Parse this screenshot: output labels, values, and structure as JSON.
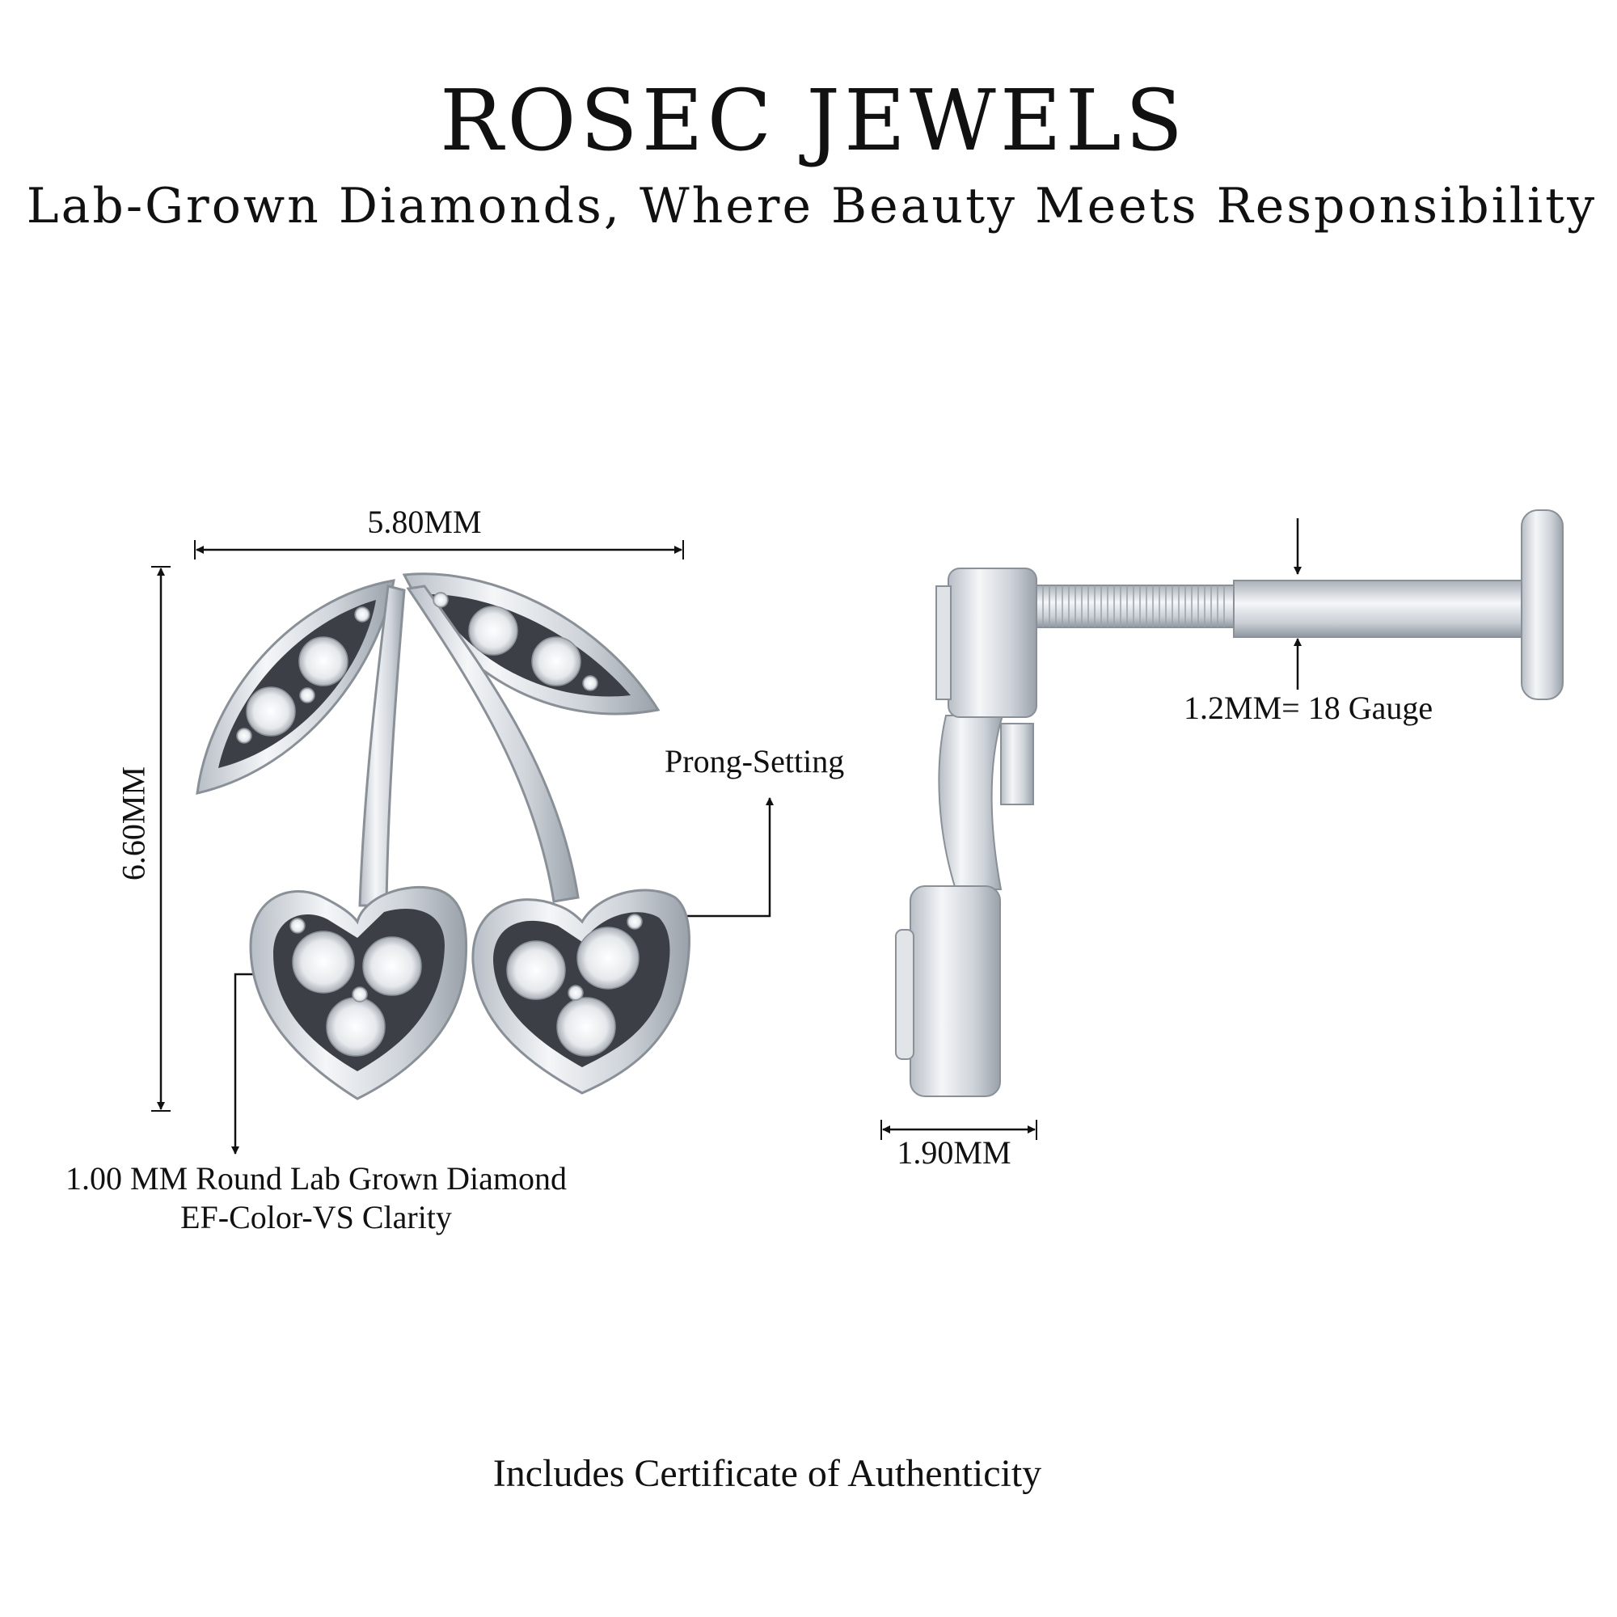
{
  "brand": {
    "name": "ROSEC JEWELS",
    "tagline": "Lab-Grown Diamonds, Where Beauty Meets Responsibility"
  },
  "front_view": {
    "width_label": "5.80MM",
    "height_label": "6.60MM",
    "setting_label": "Prong-Setting",
    "stone_label_line1": "1.00 MM Round Lab Grown Diamond",
    "stone_label_line2": "EF-Color-VS Clarity"
  },
  "side_view": {
    "gauge_label": "1.2MM= 18 Gauge",
    "depth_label": "1.90MM"
  },
  "footer": {
    "certificate": "Includes Certificate of Authenticity"
  },
  "colors": {
    "metal": "#d9dde2",
    "metal_dark": "#8a9098",
    "text": "#111111",
    "background": "#ffffff"
  }
}
